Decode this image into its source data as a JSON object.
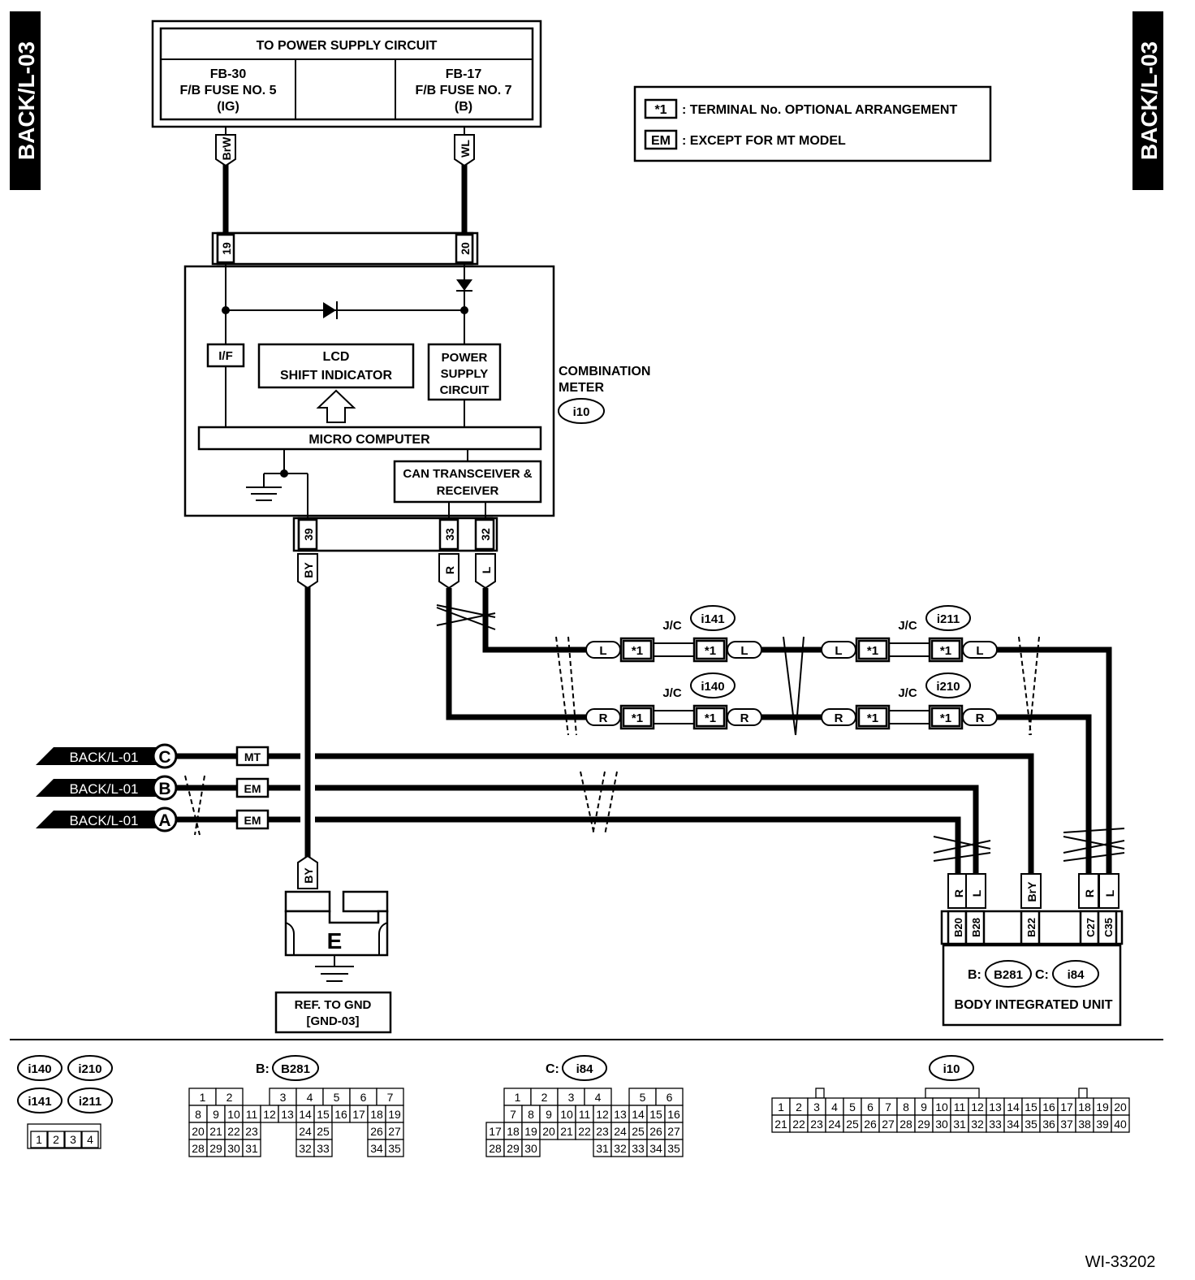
{
  "page_label": "BACK/L-03",
  "drawing_id": "WI-33202",
  "power": {
    "title": "TO POWER SUPPLY CIRCUIT",
    "left": [
      "FB-30",
      "F/B FUSE NO. 5",
      "(IG)"
    ],
    "right": [
      "FB-17",
      "F/B FUSE NO. 7",
      "(B)"
    ]
  },
  "legend": [
    {
      "symbol": "*1",
      "text": ": TERMINAL No. OPTIONAL ARRANGEMENT"
    },
    {
      "symbol": "EM",
      "text": ": EXCEPT FOR MT MODEL"
    }
  ],
  "meter": {
    "name": [
      "COMBINATION",
      "METER"
    ],
    "connector": "i10",
    "pins_top": [
      "19",
      "20"
    ],
    "pins_bottom": [
      "39",
      "33",
      "32"
    ],
    "if_label": "I/F",
    "lcd": [
      "LCD",
      "SHIFT INDICATOR"
    ],
    "psu": [
      "POWER",
      "SUPPLY",
      "CIRCUIT"
    ],
    "micro": "MICRO COMPUTER",
    "can": [
      "CAN TRANSCEIVER &",
      "RECEIVER"
    ]
  },
  "wire_colors": {
    "fb30": "BrW",
    "fb17": "WL",
    "gnd": "BY",
    "can_h": "R",
    "can_l": "L",
    "mt_line": "BrY"
  },
  "junctions": {
    "jc_label": "J/C",
    "ids": [
      "i141",
      "i211",
      "i140",
      "i210"
    ],
    "star": "*1",
    "l_label": "L",
    "r_label": "R"
  },
  "offpage": [
    {
      "label": "BACK/L-01",
      "ref": "C",
      "tag": "MT"
    },
    {
      "label": "BACK/L-01",
      "ref": "B",
      "tag": "EM"
    },
    {
      "label": "BACK/L-01",
      "ref": "A",
      "tag": "EM"
    }
  ],
  "ground": {
    "label": "E",
    "ref": [
      "REF. TO GND",
      "[GND-03]"
    ]
  },
  "biu": {
    "name": "BODY INTEGRATED UNIT",
    "pins": [
      "B20",
      "B28",
      "B22",
      "C27",
      "C35"
    ],
    "wires": [
      "R",
      "L",
      "BrY",
      "R",
      "L"
    ],
    "b_prefix": "B:",
    "b_conn": "B281",
    "c_prefix": "C:",
    "c_conn": "i84"
  },
  "connector_views": {
    "jc": {
      "ids": [
        "i140",
        "i210",
        "i141",
        "i211"
      ],
      "pins": [
        "1",
        "2",
        "3",
        "4"
      ]
    },
    "b281": {
      "prefix": "B:",
      "id": "B281",
      "rows": [
        [
          "1",
          "2",
          "",
          "3",
          "4",
          "5",
          "6",
          "7"
        ],
        [
          "8",
          "9",
          "10",
          "11",
          "12",
          "13",
          "14",
          "15",
          "16",
          "17",
          "18",
          "19"
        ],
        [
          "20",
          "21",
          "22",
          "23",
          "",
          "",
          "24",
          "25",
          "",
          "",
          "26",
          "27"
        ],
        [
          "28",
          "29",
          "30",
          "31",
          "",
          "",
          "32",
          "33",
          "",
          "",
          "34",
          "35"
        ]
      ]
    },
    "i84": {
      "prefix": "C:",
      "id": "i84",
      "rows": [
        [
          "1",
          "2",
          "3",
          "4",
          "5",
          "6"
        ],
        [
          "7",
          "8",
          "9",
          "10",
          "11",
          "12",
          "13",
          "14",
          "15",
          "16"
        ],
        [
          "17",
          "18",
          "19",
          "20",
          "21",
          "22",
          "23",
          "24",
          "25",
          "26",
          "27"
        ],
        [
          "28",
          "29",
          "30",
          "",
          "",
          "",
          "31",
          "32",
          "33",
          "34",
          "35"
        ]
      ]
    },
    "i10": {
      "id": "i10",
      "rows": [
        [
          "1",
          "2",
          "3",
          "4",
          "5",
          "6",
          "7",
          "8",
          "9",
          "10",
          "11",
          "12",
          "13",
          "14",
          "15",
          "16",
          "17",
          "18",
          "19",
          "20"
        ],
        [
          "21",
          "22",
          "23",
          "24",
          "25",
          "26",
          "27",
          "28",
          "29",
          "30",
          "31",
          "32",
          "33",
          "34",
          "35",
          "36",
          "37",
          "38",
          "39",
          "40"
        ]
      ]
    }
  }
}
